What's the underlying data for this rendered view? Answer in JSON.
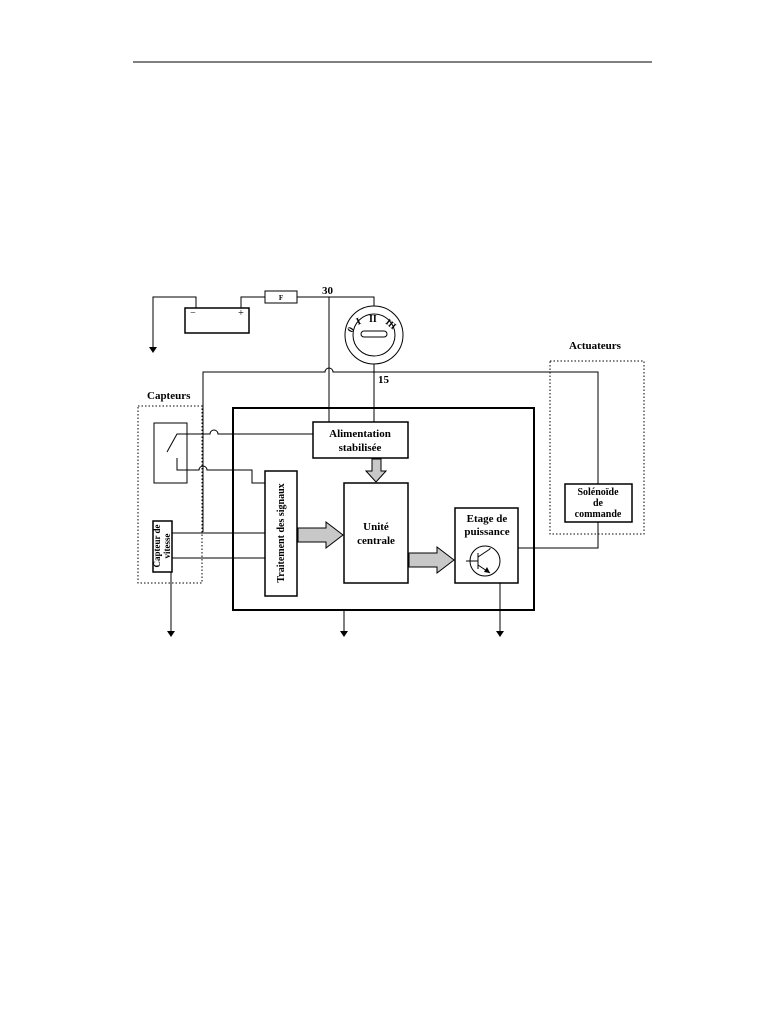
{
  "diagram": {
    "terminal_30": "30",
    "terminal_15": "15",
    "fuse_label": "F",
    "battery_minus": "−",
    "battery_plus": "+",
    "switch_positions": {
      "pos0": "0",
      "pos1": "I",
      "pos2": "II",
      "pos3": "III"
    },
    "capteurs_label": "Capteurs",
    "actuateurs_label": "Actuateurs",
    "alimentation_line1": "Alimentation",
    "alimentation_line2": "stabilisée",
    "traitement_label": "Traitement des signaux",
    "capteur_vitesse_line1": "Capteur de",
    "capteur_vitesse_line2": "vitesse",
    "unite_line1": "Unité",
    "unite_line2": "centrale",
    "etage_line1": "Etage de",
    "etage_line2": "puissance",
    "solenoide_line1": "Solénoïde",
    "solenoide_line2": "de",
    "solenoide_line3": "commande"
  }
}
